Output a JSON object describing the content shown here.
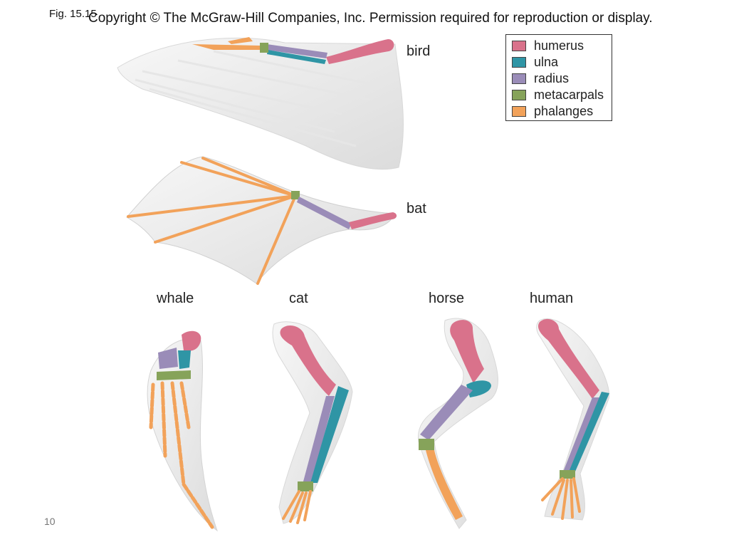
{
  "header": {
    "fig_label": "Fig. 15.15",
    "copyright": "Copyright © The McGraw-Hill Companies, Inc. Permission required for reproduction or display."
  },
  "species": {
    "bird": "bird",
    "bat": "bat",
    "whale": "whale",
    "cat": "cat",
    "horse": "horse",
    "human": "human"
  },
  "legend": {
    "items": [
      {
        "label": "humerus",
        "color": "#d9728b"
      },
      {
        "label": "ulna",
        "color": "#2f95a5"
      },
      {
        "label": "radius",
        "color": "#9a8cb8"
      },
      {
        "label": "metacarpals",
        "color": "#86a35a"
      },
      {
        "label": "phalanges",
        "color": "#f2a25a"
      }
    ]
  },
  "footer": {
    "page_number": "10"
  }
}
